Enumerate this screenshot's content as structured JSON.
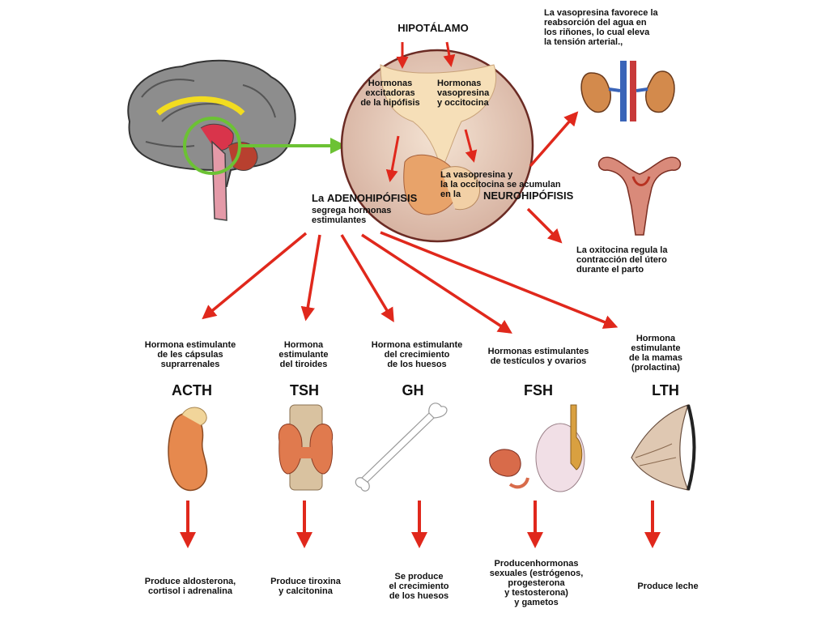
{
  "hypothalamus": {
    "title": "HIPOTÁLAMO"
  },
  "pituitary": {
    "excitatory": "Hormonas\nexcitadoras\nde la hipófisis",
    "vasopressin_oxytocin": "Hormonas\nvasopresina\ny occitocina",
    "accumulate": "La vasopresina y\nla la occitocina se acumulan\nen la",
    "neuro": "NEUROHIPÓFISIS",
    "adeno_prefix": "La",
    "adeno": "ADENOHIPÓFISIS",
    "adeno_desc": "segrega hormonas\nestimulantes"
  },
  "effects": {
    "vasopressin": "La vasopresina favorece la\nreabsorción del agua en\nlos riñones, lo cual eleva\nla tensión arterial.,",
    "oxytocin": "La oxitocina regula la\ncontracción  del útero\ndurante el parto"
  },
  "hormones": [
    {
      "code": "ACTH",
      "desc": "Hormona estimulante\nde les cápsulas\nsuprarrenales",
      "effect": "Produce aldosterona,\ncortisol i adrenalina",
      "icon": "adrenal-gland-icon"
    },
    {
      "code": "TSH",
      "desc": "Hormona\nestimulante\ndel tiroides",
      "effect": "Produce tiroxina\ny calcitonina",
      "icon": "thyroid-icon"
    },
    {
      "code": "GH",
      "desc": "Hormona estimulante\ndel crecimiento\nde los huesos",
      "effect": "Se produce\nel crecimiento\nde los huesos",
      "icon": "bone-icon"
    },
    {
      "code": "FSH",
      "desc": "Hormonas estimulantes\nde testículos y ovarios",
      "effect": "Producenhormonas\nsexuales (estrógenos,\nprogesterona\ny testosterona)\ny gametos",
      "icon": "gonads-icon"
    },
    {
      "code": "LTH",
      "desc": "Hormona\nestimulante\nde la mamas\n(prolactina)",
      "effect": "Produce leche",
      "icon": "breast-icon"
    }
  ],
  "colors": {
    "arrow": "#e0281c",
    "green": "#6cc234",
    "brain": "#7a7a7a",
    "gland": "#e6894e"
  }
}
